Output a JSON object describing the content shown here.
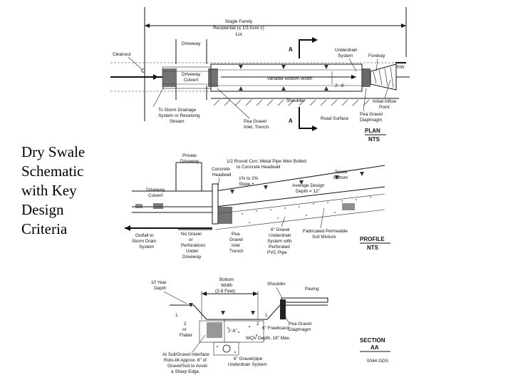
{
  "title_lines": [
    "Dry Swale",
    "Schematic",
    "with Key",
    "Design",
    "Criteria"
  ],
  "plan": {
    "single_family": [
      "Single Family",
      "Residential (≤ 1/3 Acre ±)",
      "Lot"
    ],
    "driveway": "Driveway",
    "driveway_culvert": [
      "Driveway",
      "Culvert"
    ],
    "cleanout": "Cleanout",
    "section_marker": "A",
    "underdrain_system": [
      "Underdrain",
      "System"
    ],
    "forebay": "Forebay",
    "rw": "R/W",
    "variable_bottom_width": "Variable Bottom Width",
    "width_dim": "2'- 8'",
    "shoulder": "Shoulder",
    "initial_inflow": [
      "Initial Inflow",
      "Point"
    ],
    "storm_drainage": [
      "To Storm Drainage",
      "System or Receiving",
      "Stream"
    ],
    "pea_gravel_trench": [
      "Pea Gravel",
      "Inlet, Trench"
    ],
    "road_surface": "Road Surface",
    "pea_gravel_diaphragm": [
      "Pea Gravel",
      "Diaphragm"
    ],
    "view_label": "PLAN",
    "scale": "NTS"
  },
  "profile": {
    "private_driveway": [
      "Private",
      "Driveway"
    ],
    "pipe_weir": [
      "1/2 Round Corr. Metal Pipe Weir Bolted",
      "to Concrete Headwall"
    ],
    "concrete_headwall": [
      "Concrete",
      "Headwall"
    ],
    "slope": [
      "1% to 2%",
      "Slope ±"
    ],
    "swale_bottom": [
      "Swale",
      "Bottom"
    ],
    "average_depth": [
      "Average Design",
      "Depth = 12\""
    ],
    "driveway_culvert": [
      "Driveway",
      "Culvert"
    ],
    "outfall": [
      "Outfall to",
      "Storm Drain",
      "System"
    ],
    "no_gravel": [
      "No Gravel",
      "or",
      "Perforations",
      "Under",
      "Driveway"
    ],
    "pea_gravel_inlet": [
      "Pea",
      "Gravel",
      "Inlet",
      "Trench"
    ],
    "gravel_underdrain": [
      "6\" Gravel",
      "Underdrain",
      "System with",
      "Perforated",
      "PVC Pipe"
    ],
    "soil_mixture": [
      "Fabricated Permeable",
      "Soil Mixture"
    ],
    "view_label": "PROFILE",
    "scale": "NTS"
  },
  "section": {
    "ten_year_depth": [
      "10 Year",
      "Depth"
    ],
    "bottom_width": [
      "Bottom",
      "Width",
      "(2-8 Feet)"
    ],
    "shoulder": "Shoulder",
    "paving": "Paving",
    "slope_1": "1",
    "slope_2": "2",
    "or_flatter": [
      "or",
      "Flatter"
    ],
    "depth_dim": "2'-6\"",
    "freeboard": "6\" Freeboard",
    "wqv_depth": "WQV Depth, 18\" Max.",
    "pea_gravel_diaphragm": [
      "Pea Gravel",
      "Diaphragm"
    ],
    "interface_note": [
      "At Soil/Gravel Interface",
      "Roto-till Approx. 6\" of",
      "Gravel/Soil to Avoid",
      "a Sharp Edge."
    ],
    "gravel_pipe": [
      "6\" Gravel/pipe",
      "Underdrain System"
    ],
    "view_label": "SECTION",
    "section_id": "AA",
    "drawing_code": "0044 GDS"
  }
}
